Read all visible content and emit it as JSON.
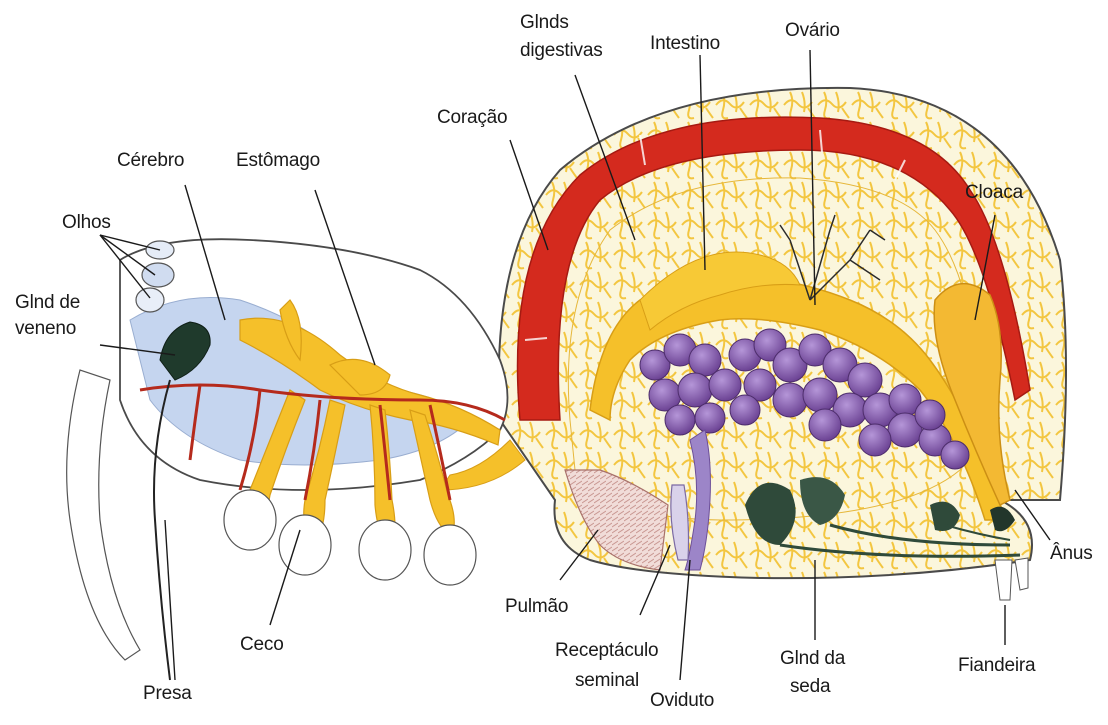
{
  "labels": {
    "olhos": "Olhos",
    "cerebro": "Cérebro",
    "estomago": "Estômago",
    "glnd_veneno_1": "Glnd de",
    "glnd_veneno_2": "veneno",
    "presa": "Presa",
    "ceco": "Ceco",
    "coracao": "Coração",
    "glnds_digestivas_1": "Glnds",
    "glnds_digestivas_2": "digestivas",
    "intestino": "Intestino",
    "ovario": "Ovário",
    "cloaca": "Cloaca",
    "anus": "Ânus",
    "pulmao": "Pulmão",
    "receptaculo_1": "Receptáculo",
    "receptaculo_2": "seminal",
    "oviduto": "Oviduto",
    "glnd_seda_1": "Glnd da",
    "glnd_seda_2": "seda",
    "fiandeira": "Fiandeira"
  },
  "colors": {
    "heart": "#d42a1e",
    "digestive": "#f5c02a",
    "ovary": "#8a5fb3",
    "venom_gland": "#1f3a2c",
    "silk_gland": "#2f4a3a",
    "blue_tissue": "#b9cbe8",
    "lung": "#ecd2cf",
    "outline": "#5a5a5a"
  }
}
